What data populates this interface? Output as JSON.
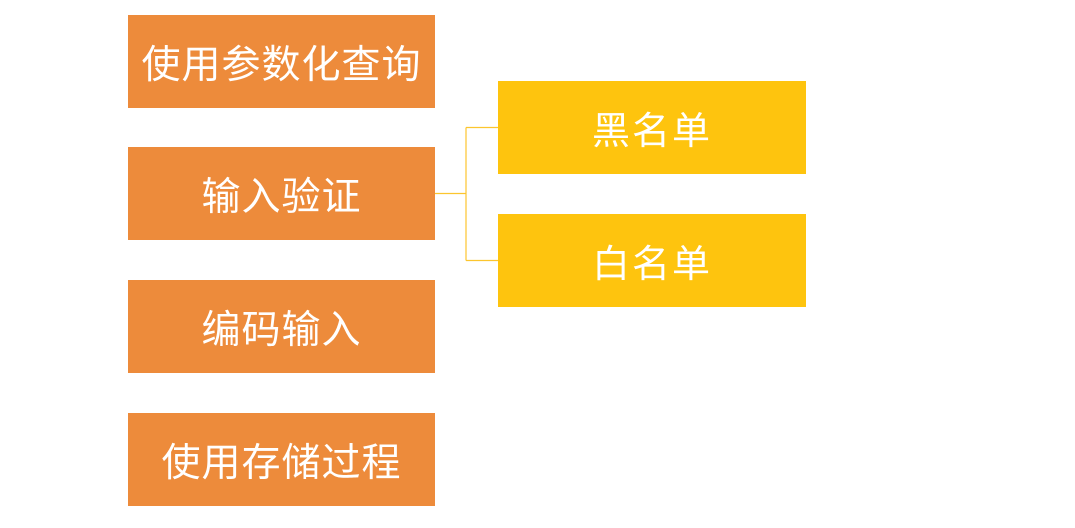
{
  "colors": {
    "primary_fill": "#ED8B3B",
    "secondary_fill": "#FEC40E",
    "connector": "#FCC52E",
    "text": "#FFFFFF",
    "background": "#FFFFFF"
  },
  "diagram": {
    "methods": [
      {
        "label": "使用参数化查询"
      },
      {
        "label": "输入验证"
      },
      {
        "label": "编码输入"
      },
      {
        "label": "使用存储过程"
      }
    ],
    "validation_types": [
      {
        "label": "黑名单"
      },
      {
        "label": "白名单"
      }
    ]
  }
}
